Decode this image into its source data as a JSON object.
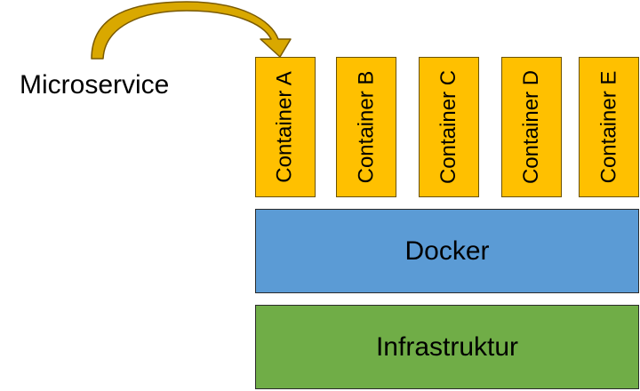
{
  "diagram": {
    "microservice_label": "Microservice",
    "containers": [
      {
        "label": "Container A"
      },
      {
        "label": "Container B"
      },
      {
        "label": "Container C"
      },
      {
        "label": "Container D"
      },
      {
        "label": "Container E"
      }
    ],
    "layers": {
      "docker": "Docker",
      "infrastructure": "Infrastruktur"
    },
    "colors": {
      "container": "#FFC000",
      "container_border": "#6B5200",
      "docker": "#5B9BD5",
      "infrastructure": "#70AD47",
      "arrow": "#D9A800",
      "arrow_outline": "#7A5A00"
    },
    "arrow": {
      "from": "Microservice",
      "to": "Container A",
      "icon": "curved-arrow"
    }
  }
}
